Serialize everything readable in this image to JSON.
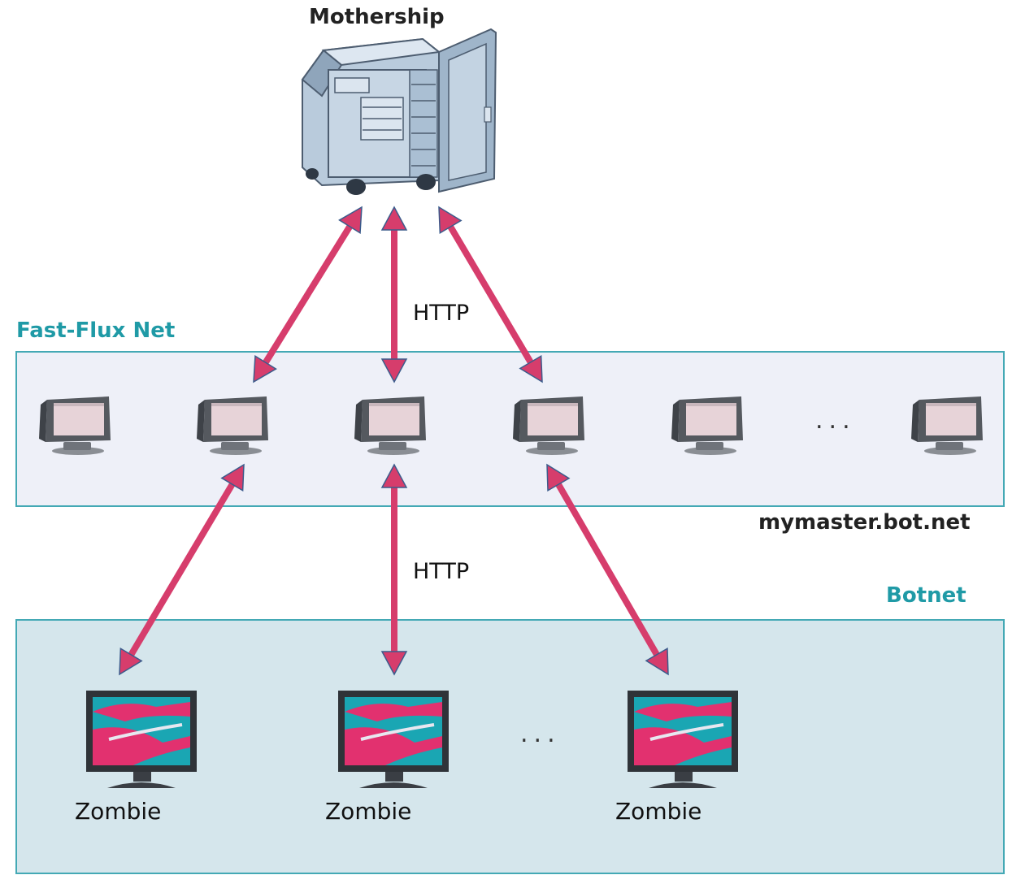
{
  "mothership": {
    "label": "Mothership"
  },
  "fastflux": {
    "label": "Fast-Flux Net",
    "domain": "mymaster.bot.net"
  },
  "botnet": {
    "label": "Botnet"
  },
  "protocol_labels": [
    "HTTP",
    "HTTP"
  ],
  "zombies": [
    {
      "label": "Zombie"
    },
    {
      "label": "Zombie"
    },
    {
      "label": "Zombie"
    }
  ],
  "ellipsis": "...",
  "colors": {
    "arrow": "#d63d6c",
    "arrow_outline": "#3c5c8c",
    "fastflux_fill": "#eef0f8",
    "fastflux_border": "#44a9b5",
    "botnet_fill": "#d5e6ec",
    "botnet_border": "#44a9b5",
    "teal_text": "#1f9aa6"
  },
  "icons": {
    "server": "server-tower-icon",
    "flux_node": "crt-monitor-icon",
    "zombie": "infected-lcd-monitor-icon"
  }
}
